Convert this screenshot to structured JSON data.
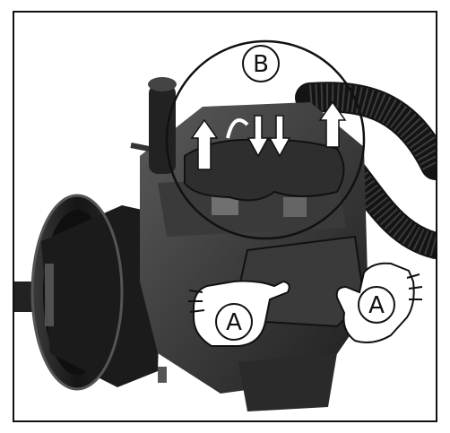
{
  "figure": {
    "callouts": [
      {
        "id": "b",
        "label": "B"
      },
      {
        "id": "a-left",
        "label": "A"
      },
      {
        "id": "a-right",
        "label": "A"
      }
    ]
  },
  "colors": {
    "frame": "#111111",
    "background": "#ffffff",
    "machine_dark": "#2b2b2b",
    "machine_mid": "#4a4a4a",
    "hose": "#1a1a1a",
    "highlight": "#ffffff"
  },
  "icons": [
    "hand-icon",
    "arrow-up-icon",
    "arrow-down-icon",
    "coupling-icon"
  ]
}
